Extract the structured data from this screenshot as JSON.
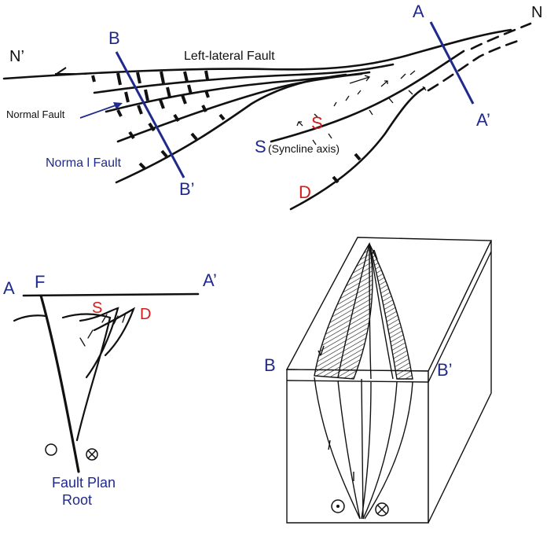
{
  "map": {
    "label_n_prime": "N’",
    "label_n": "N",
    "label_a": "A",
    "label_a_prime": "A’",
    "label_b": "B",
    "label_b_prime": "B’",
    "left_lateral_fault": "Left-lateral Fault",
    "normal_fault_arrowed": "Normal Fault",
    "normal_fault_blue": "Norma l Fault",
    "label_s_red": "S",
    "label_s_blue": "S",
    "syncline_axis": "(Syncline axis)",
    "label_d": "D"
  },
  "section": {
    "label_a": "A",
    "label_f": "F",
    "label_a_prime": "A’",
    "label_s": "S",
    "label_d": "D",
    "fault_plan": "Fault Plan",
    "root": "Root"
  },
  "block": {
    "label_b": "B",
    "label_b_prime": "B’"
  },
  "colors": {
    "blue": "#1f2a8c",
    "red": "#d51a1a",
    "line": "#111111"
  }
}
